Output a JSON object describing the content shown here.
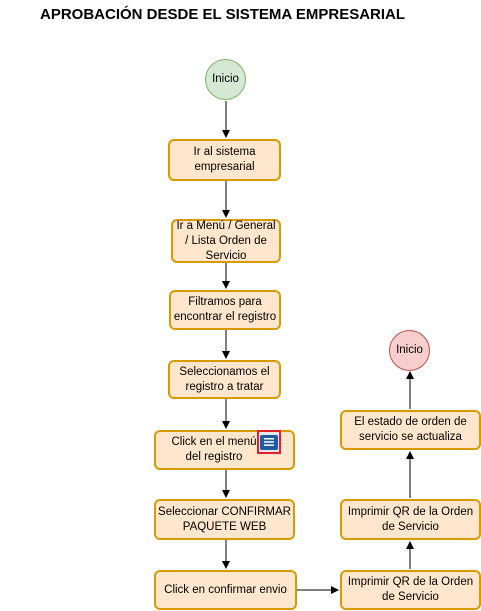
{
  "title": "APROBACIÓN DESDE EL SISTEMA EMPRESARIAL",
  "nodes": {
    "start": "Inicio",
    "step1": "Ir al sistema empresarial",
    "step2": "Ir a Menú / General / Lista Orden de Servicio",
    "step3": "Filtramos para encontrar el registro",
    "step4": "Seleccionamos el registro a tratar",
    "step5": "Click en el menú del registro",
    "step6": "Seleccionar CONFIRMAR PAQUETE WEB",
    "step7": "Click en confirmar envio",
    "step8": "Imprimir QR de la Orden de Servicio",
    "step9": "Imprimir QR de la Orden de Servicio",
    "step10": "El estado de orden de servicio se actualiza",
    "end": "Inicio"
  },
  "icons": {
    "menu": "hamburger-menu-icon"
  },
  "colors": {
    "step_fill": "#ffe6cc",
    "step_border": "#d79b00",
    "start_fill": "#d5e8d4",
    "end_fill": "#f8cecc",
    "icon_accent": "#1f5aa6",
    "icon_border": "#e0202a"
  }
}
